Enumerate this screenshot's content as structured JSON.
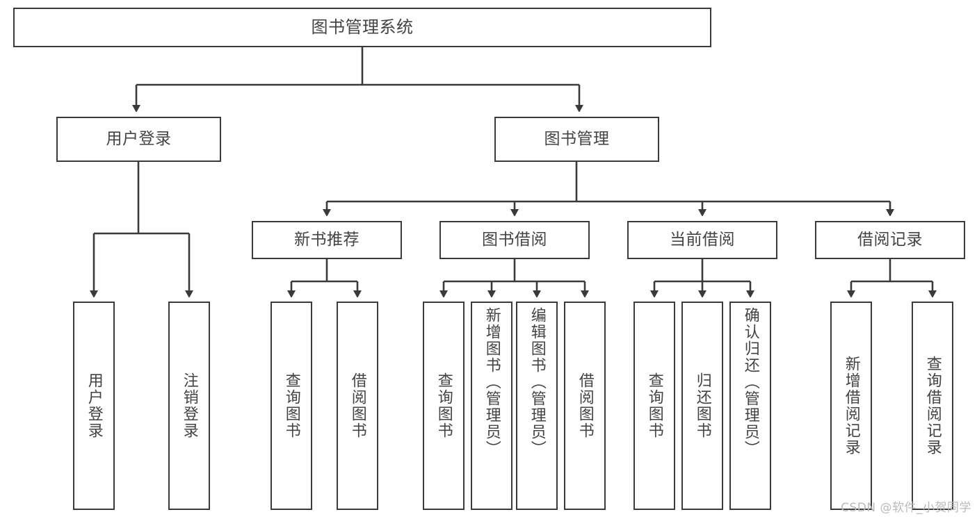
{
  "diagram": {
    "type": "tree",
    "title": "图书管理系统",
    "stroke_color": "#3a3a3a",
    "text_color": "#434343",
    "background": "#ffffff",
    "nodes": {
      "root": {
        "label": "图书管理系统"
      },
      "level2": [
        {
          "label": "用户登录"
        },
        {
          "label": "图书管理"
        }
      ],
      "level3": [
        {
          "label": "新书推荐"
        },
        {
          "label": "图书借阅"
        },
        {
          "label": "当前借阅"
        },
        {
          "label": "借阅记录"
        }
      ],
      "leaves": {
        "user_login": [
          {
            "label": "用户登录"
          },
          {
            "label": "注销登录"
          }
        ],
        "new_book_recommend": [
          {
            "label": "查询图书"
          },
          {
            "label": "借阅图书"
          }
        ],
        "book_borrow": [
          {
            "label": "查询图书"
          },
          {
            "label": "新增图书（管理员）"
          },
          {
            "label": "编辑图书（管理员）"
          },
          {
            "label": "借阅图书"
          }
        ],
        "current_borrow": [
          {
            "label": "查询图书"
          },
          {
            "label": "归还图书"
          },
          {
            "label": "确认归还（管理员）"
          }
        ],
        "borrow_record": [
          {
            "label": "新增借阅记录"
          },
          {
            "label": "查询借阅记录"
          }
        ]
      }
    }
  },
  "watermark": {
    "text": "CSDN @软件_小贺同学",
    "color": "#b9b9b9"
  }
}
